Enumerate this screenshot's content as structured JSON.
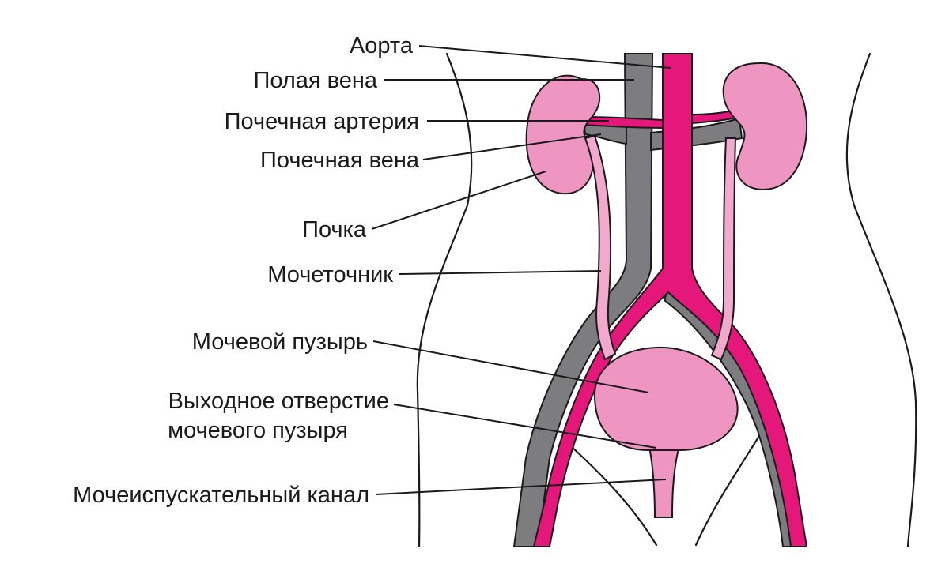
{
  "colors": {
    "artery": "#e5177b",
    "vein": "#7d7d80",
    "organ": "#ef95c1",
    "ureter": "#f3a9cd",
    "outline": "#1a1a1a",
    "background": "#ffffff"
  },
  "labels": {
    "aorta": "Аорта",
    "vena_cava": "Полая вена",
    "renal_artery": "Почечная артерия",
    "renal_vein": "Почечная вена",
    "kidney": "Почка",
    "ureter": "Мочеточник",
    "bladder": "Мочевой пузырь",
    "bladder_outlet_line1": "Выходное отверстие",
    "bladder_outlet_line2": "мочевого пузыря",
    "urethra": "Мочеиспускательный канал"
  }
}
